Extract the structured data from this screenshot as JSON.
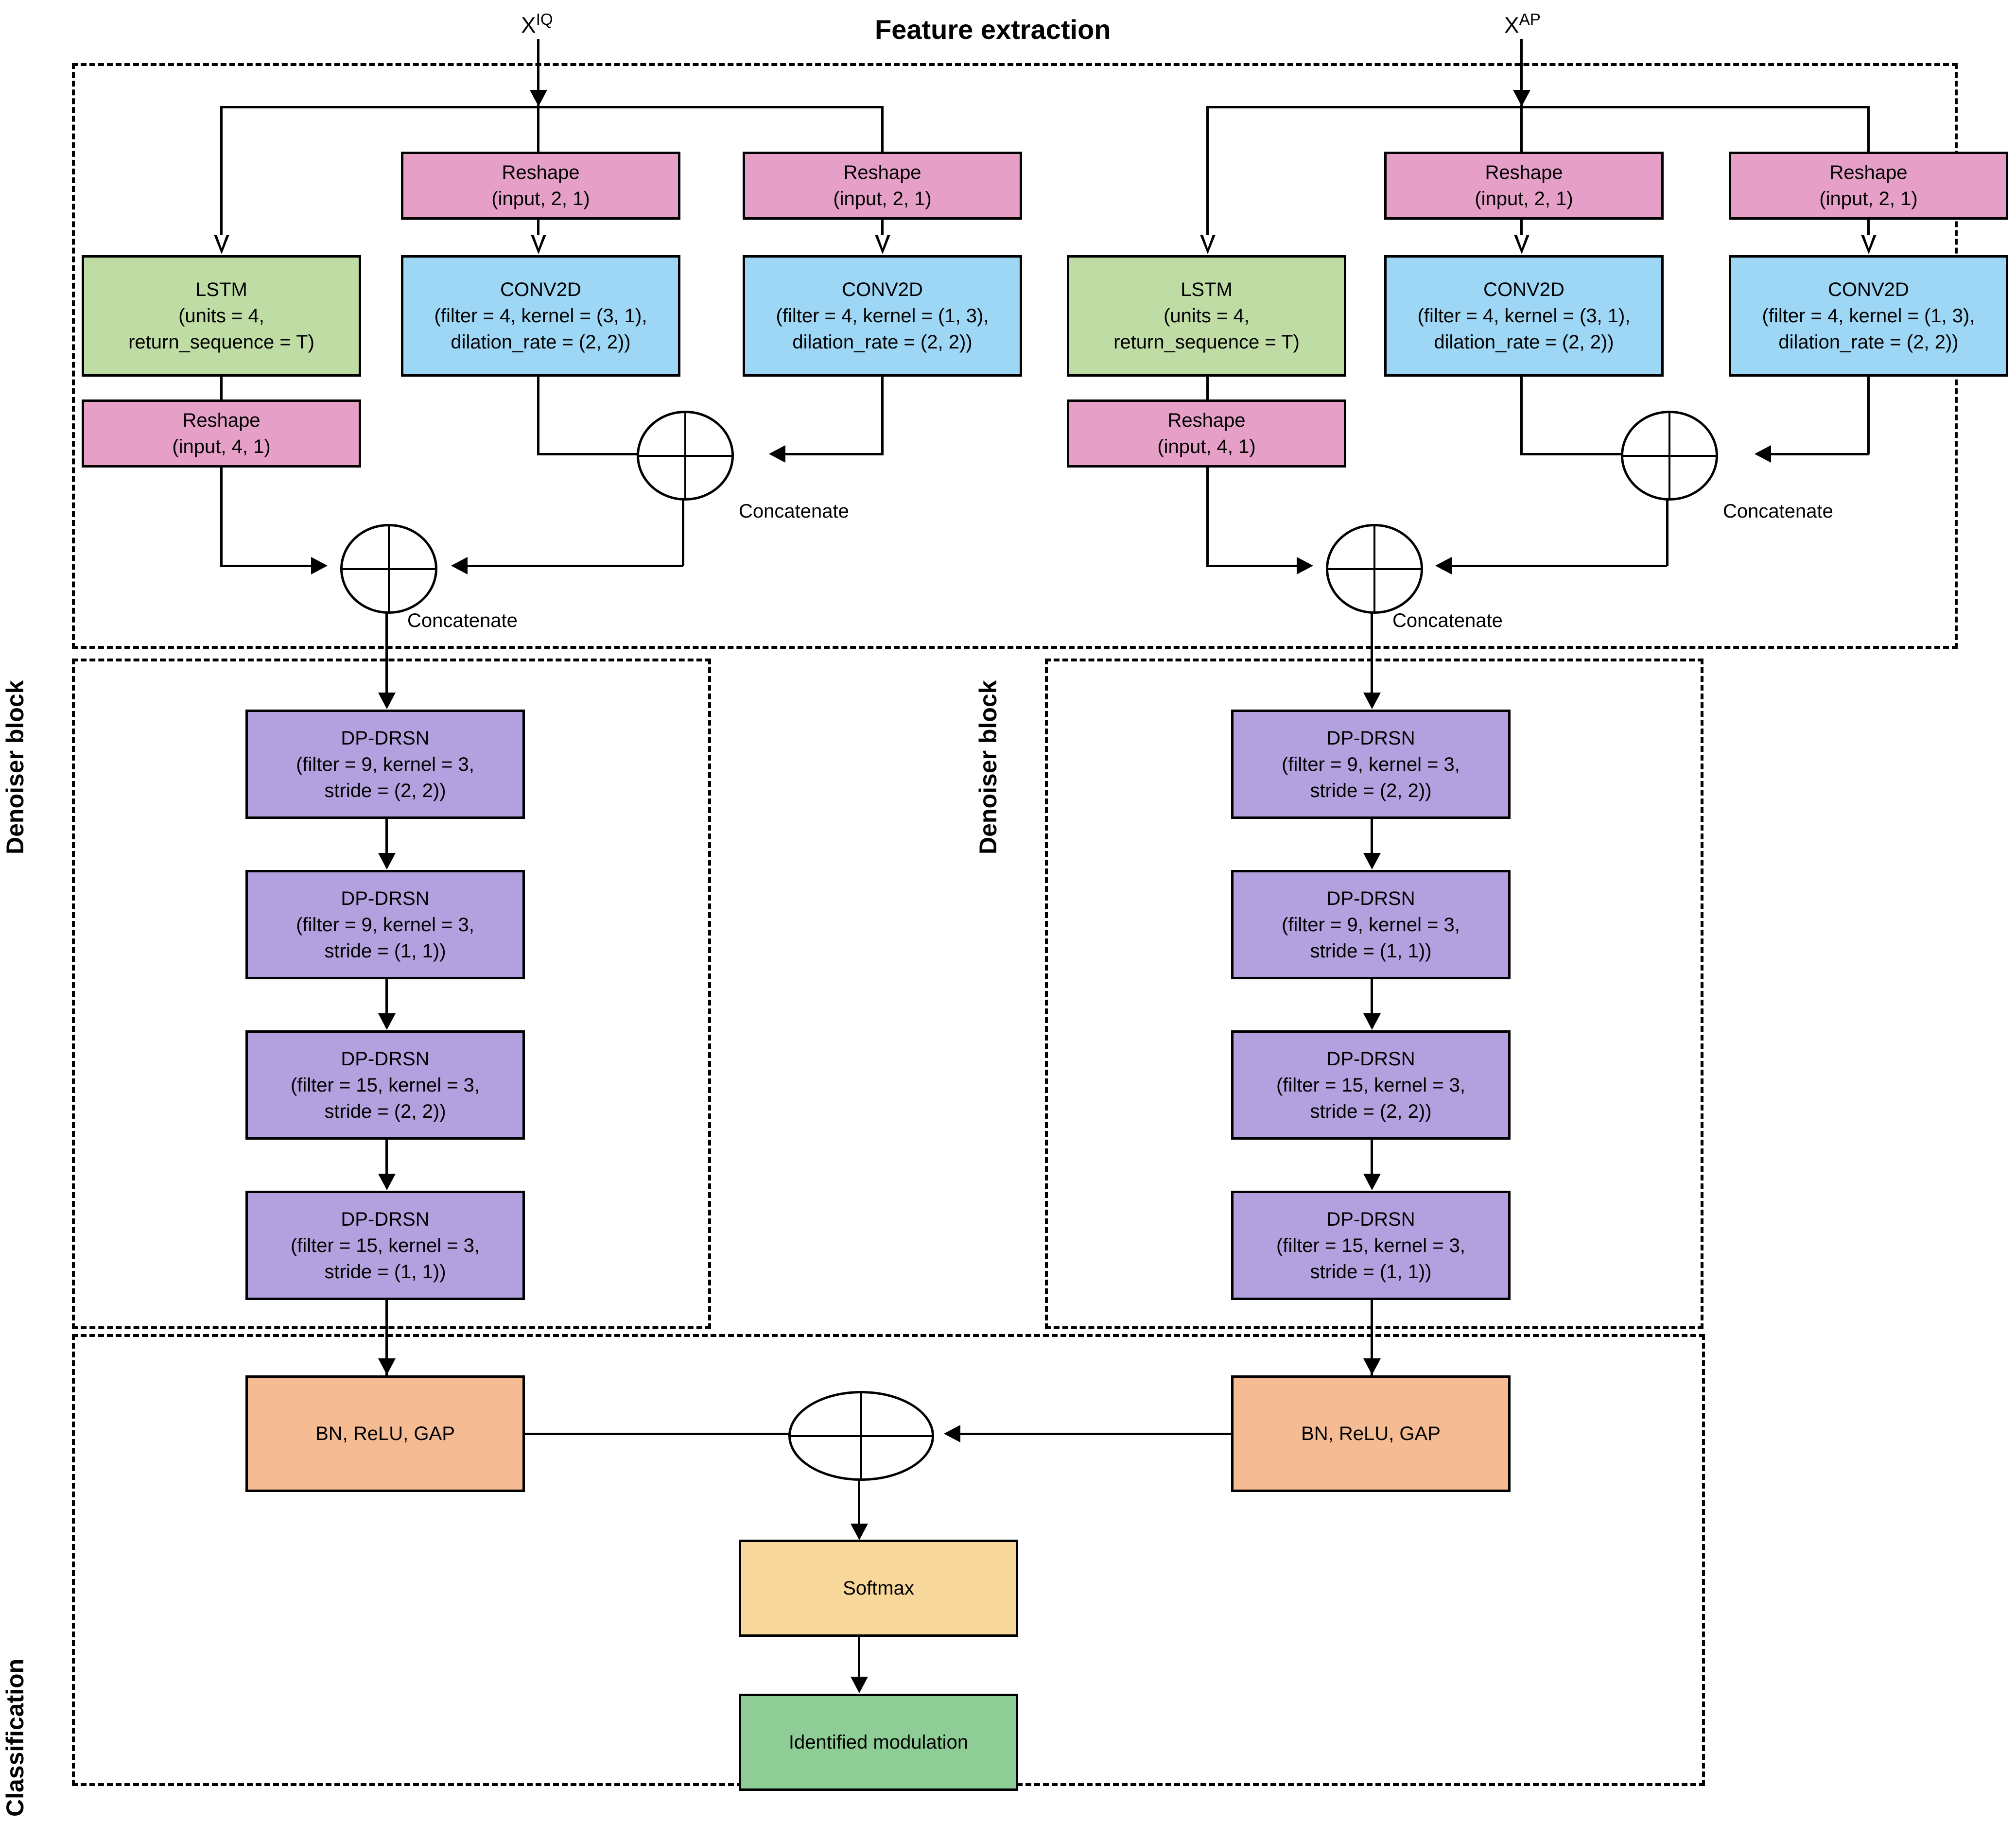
{
  "figure": {
    "title": "Feature extraction",
    "sections": {
      "feature_extraction": "Feature extraction",
      "denoiser_block": "Denoiser block",
      "classification": "Classification"
    }
  },
  "inputs": [
    {
      "id": "x-iq",
      "label_base": "X",
      "label_sup": "IQ"
    },
    {
      "id": "x-ap",
      "label_base": "X",
      "label_sup": "AP"
    }
  ],
  "branches": [
    {
      "name": "iq-branch",
      "feature_extraction": {
        "reshape_a": {
          "line1": "Reshape",
          "line2": "(input, 2, 1)"
        },
        "reshape_b": {
          "line1": "Reshape",
          "line2": "(input, 2, 1)"
        },
        "lstm": {
          "line1": "LSTM",
          "line2": "(units = 4,",
          "line3": "return_sequence = T)"
        },
        "conv_a": {
          "line1": "CONV2D",
          "line2": "(filter = 4, kernel = (3, 1),",
          "line3": "dilation_rate = (2, 2))"
        },
        "conv_b": {
          "line1": "CONV2D",
          "line2": "(filter = 4, kernel = (1, 3),",
          "line3": "dilation_rate = (2, 2))"
        },
        "reshape_lstm": {
          "line1": "Reshape",
          "line2": "(input, 4, 1)"
        },
        "concat_conv": "Concatenate",
        "concat_main": "Concatenate"
      },
      "denoiser": [
        {
          "line1": "DP-DRSN",
          "line2": "(filter = 9, kernel = 3,",
          "line3": "stride = (2, 2))"
        },
        {
          "line1": "DP-DRSN",
          "line2": "(filter = 9, kernel = 3,",
          "line3": "stride = (1, 1))"
        },
        {
          "line1": "DP-DRSN",
          "line2": "(filter = 15, kernel = 3,",
          "line3": "stride = (2, 2))"
        },
        {
          "line1": "DP-DRSN",
          "line2": "(filter = 15, kernel = 3,",
          "line3": "stride = (1, 1))"
        }
      ],
      "pooling": {
        "line1": "BN, ReLU, GAP"
      }
    },
    {
      "name": "ap-branch",
      "feature_extraction": {
        "reshape_a": {
          "line1": "Reshape",
          "line2": "(input, 2, 1)"
        },
        "reshape_b": {
          "line1": "Reshape",
          "line2": "(input, 2, 1)"
        },
        "lstm": {
          "line1": "LSTM",
          "line2": "(units = 4,",
          "line3": "return_sequence = T)"
        },
        "conv_a": {
          "line1": "CONV2D",
          "line2": "(filter = 4, kernel = (3, 1),",
          "line3": "dilation_rate = (2, 2))"
        },
        "conv_b": {
          "line1": "CONV2D",
          "line2": "(filter = 4, kernel = (1, 3),",
          "line3": "dilation_rate = (2, 2))"
        },
        "reshape_lstm": {
          "line1": "Reshape",
          "line2": "(input, 4, 1)"
        },
        "concat_conv": "Concatenate",
        "concat_main": "Concatenate"
      },
      "denoiser": [
        {
          "line1": "DP-DRSN",
          "line2": "(filter = 9, kernel = 3,",
          "line3": "stride = (2, 2))"
        },
        {
          "line1": "DP-DRSN",
          "line2": "(filter = 9, kernel = 3,",
          "line3": "stride = (1, 1))"
        },
        {
          "line1": "DP-DRSN",
          "line2": "(filter = 15, kernel = 3,",
          "line3": "stride = (2, 2))"
        },
        {
          "line1": "DP-DRSN",
          "line2": "(filter = 15, kernel = 3,",
          "line3": "stride = (1, 1))"
        }
      ],
      "pooling": {
        "line1": "BN, ReLU, GAP"
      }
    }
  ],
  "classification": {
    "softmax": "Softmax",
    "output": "Identified modulation"
  },
  "colors": {
    "reshape": "#E6A0C8",
    "lstm": "#BFDCA4",
    "conv2d": "#9DD7F5",
    "dp_drsn": "#B3A0DE",
    "pooling": "#F5BC94",
    "softmax": "#F7D79A",
    "output": "#8ECD95",
    "stroke": "#000000"
  }
}
